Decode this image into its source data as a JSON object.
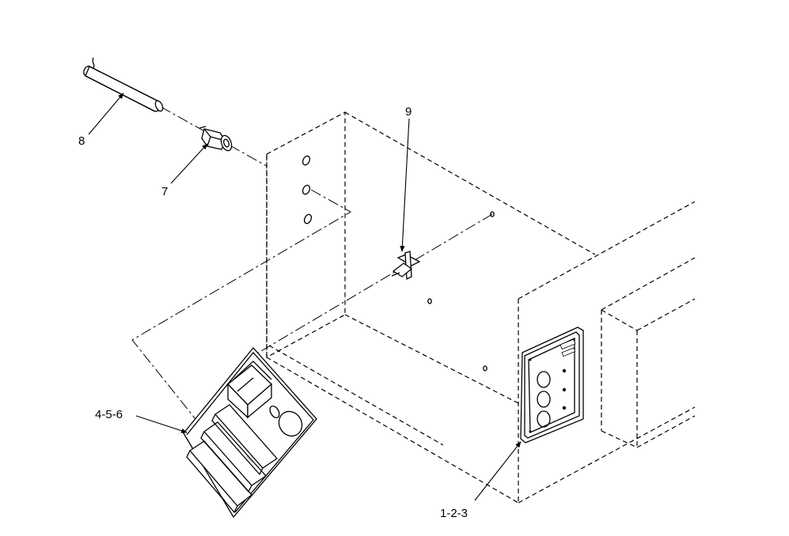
{
  "callouts": [
    {
      "id": "c8",
      "label": "8"
    },
    {
      "id": "c7",
      "label": "7"
    },
    {
      "id": "c9",
      "label": "9"
    },
    {
      "id": "c456",
      "label": "4-5-6"
    },
    {
      "id": "c123",
      "label": "1-2-3"
    }
  ],
  "colors": {
    "line": "#000000",
    "background": "#ffffff"
  }
}
